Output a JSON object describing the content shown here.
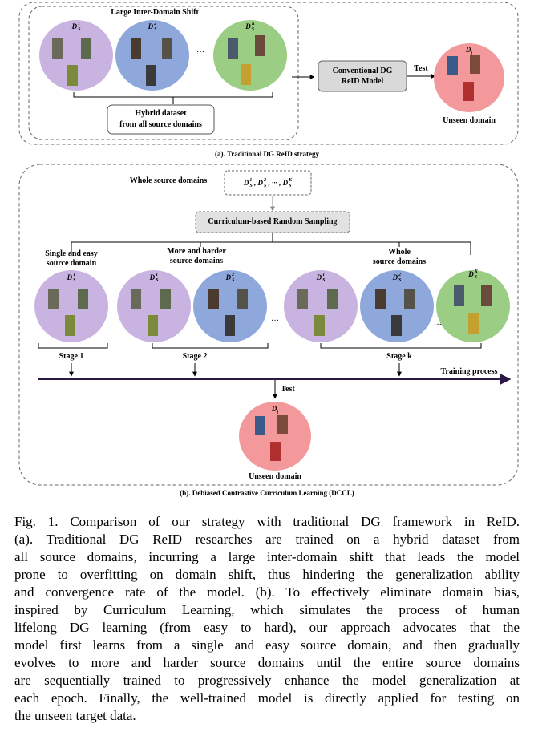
{
  "panel_a": {
    "title": "Large Inter-Domain Shift",
    "domains": [
      "D_S^1",
      "D_S^2",
      "D_S^K"
    ],
    "ellipsis": "···",
    "hybrid_box": [
      "Hybrid dataset",
      "from  all source domains"
    ],
    "model_box": [
      "Conventional DG",
      "ReID Model"
    ],
    "test_label": "Test",
    "target_domain": "D_t",
    "unseen_label": "Unseen domain",
    "caption": "(a). Traditional DG ReID strategy"
  },
  "panel_b": {
    "whole_source_label": "Whole source domains",
    "domain_set": "D_S^1 , D_S^2 , ··· , D_S^K",
    "sampling_box": "Curriculum-based  Random Sampling",
    "group1_title": [
      "Single and easy",
      "source domain"
    ],
    "group2_title": [
      "More and harder",
      "source domains"
    ],
    "group3_title": [
      "Whole",
      "source domains"
    ],
    "g1_domains": [
      "D_S^1"
    ],
    "g2_domains": [
      "D_S^1",
      "D_S^2"
    ],
    "g3_domains": [
      "D_S^1",
      "D_S^2",
      "D_S^K"
    ],
    "stage1": "Stage 1",
    "stage2": "Stage 2",
    "stagek": "Stage k",
    "training_process": "Training process",
    "test_label": "Test",
    "target_domain": "D_t",
    "unseen_label": "Unseen domain",
    "caption": "(b). Debiased Contrastive Curriculum Learning (DCCL)"
  },
  "colors": {
    "purple": "#c9b3e0",
    "blue": "#8fa8dc",
    "green": "#9ccd84",
    "red": "#f4999b",
    "gray_box": "#d9d9d9",
    "arrow_dark": "#2a1a45"
  },
  "caption_lines": [
    "Fig. 1.  Comparison of our strategy with traditional DG framework in ReID.",
    "(a). Traditional DG ReID researches are trained on a hybrid dataset from",
    "all source domains, incurring a large inter-domain shift that leads the model",
    "prone to overfitting on domain shift, thus hindering the generalization ability",
    "and convergence rate of the model. (b). To effectively eliminate domain bias,",
    "inspired by Curriculum Learning, which simulates the process of human",
    "lifelong DG learning (from easy to hard), our approach advocates that the",
    "model first learns from a single and easy source domain, and then gradually",
    "evolves to more and harder source domains until the entire source domains",
    "are sequentially trained to progressively enhance the model generalization at",
    "each epoch. Finally, the well-trained model is directly applied for testing on",
    "the unseen target data."
  ]
}
